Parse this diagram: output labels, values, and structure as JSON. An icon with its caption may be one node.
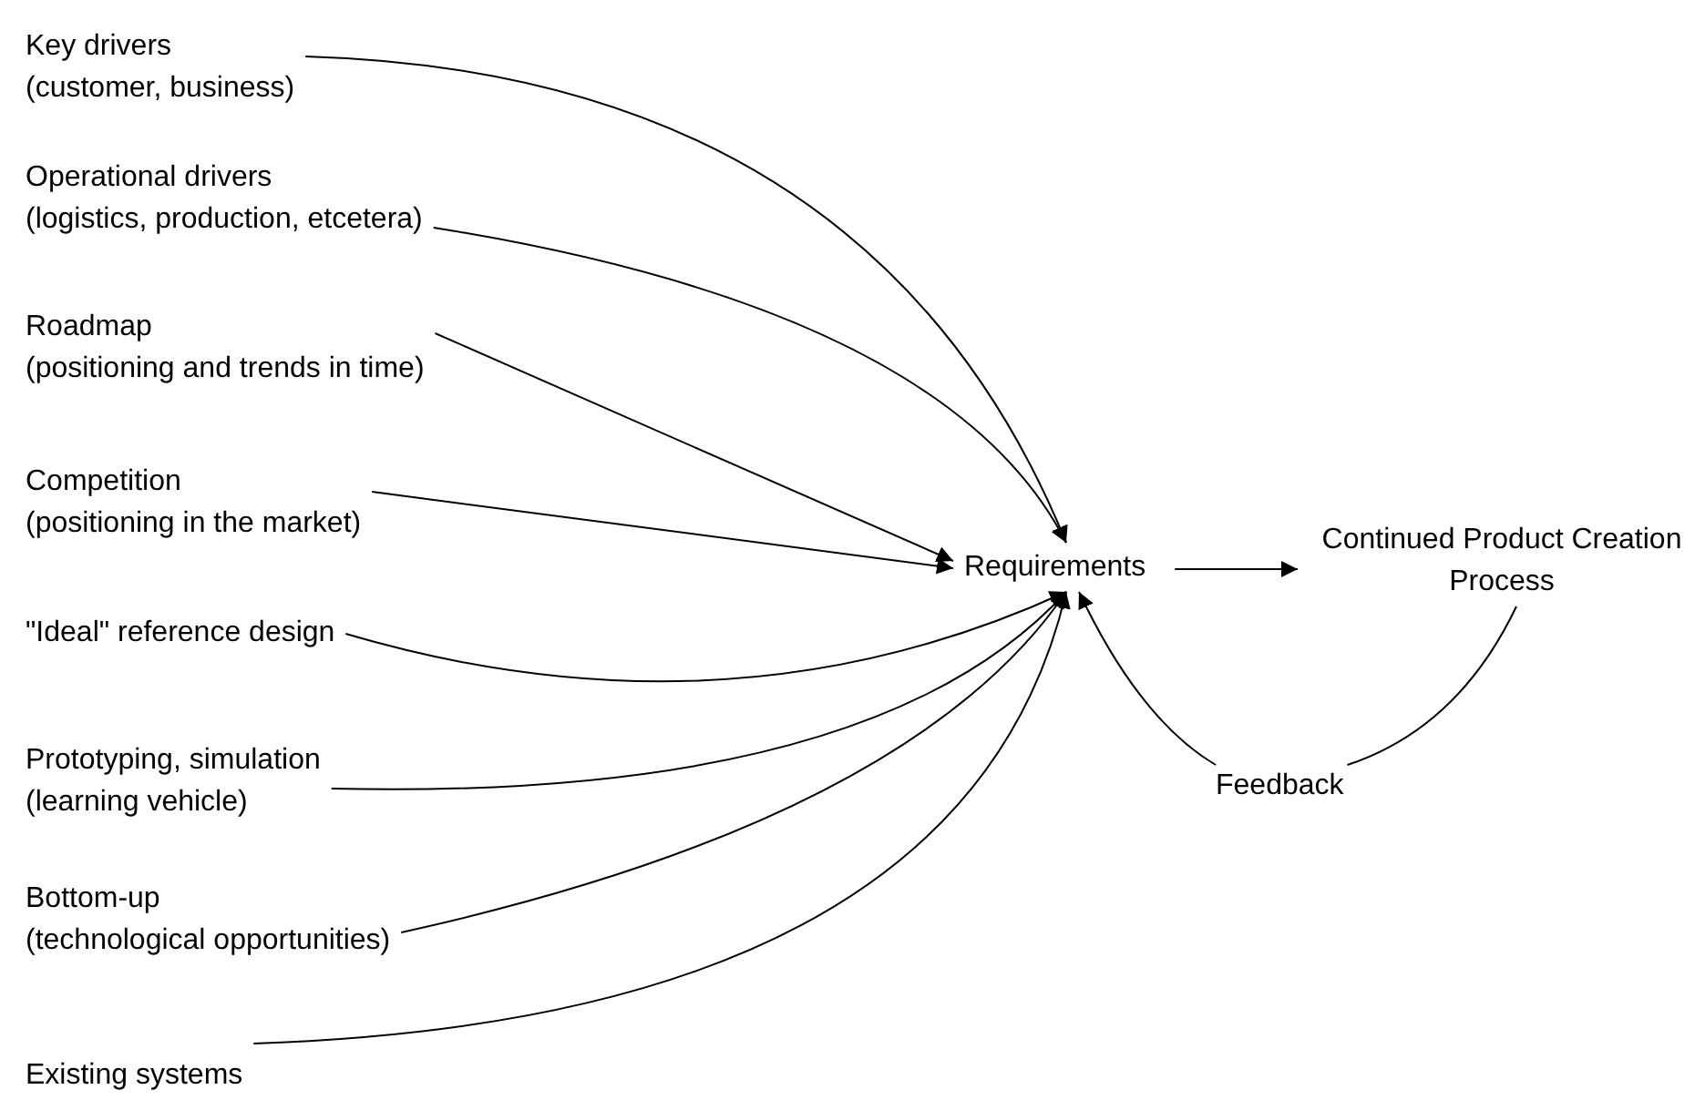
{
  "diagram": {
    "nodes": [
      {
        "text": [
          "Key drivers",
          "(customer, business)"
        ]
      },
      {
        "text": [
          "Operational drivers",
          "(logistics, production, etcetera)"
        ]
      },
      {
        "text": [
          "Roadmap",
          "(positioning and trends in time)"
        ]
      },
      {
        "text": [
          "Competition",
          "(positioning in the market)"
        ]
      },
      {
        "text": [
          "\"Ideal\" reference design"
        ]
      },
      {
        "text": [
          "Prototyping, simulation",
          "(learning vehicle)"
        ]
      },
      {
        "text": [
          "Bottom-up",
          "(technological opportunities)"
        ]
      },
      {
        "text": [
          "Existing systems"
        ]
      },
      {
        "text": [
          "Requirements"
        ]
      },
      {
        "text": [
          "Continued Product Creation Process"
        ]
      },
      {
        "text": [
          "Feedback"
        ]
      }
    ],
    "edges": [
      {
        "from": 0,
        "to": 8,
        "arrow": "to"
      },
      {
        "from": 1,
        "to": 8,
        "arrow": "to"
      },
      {
        "from": 2,
        "to": 8,
        "arrow": "to"
      },
      {
        "from": 3,
        "to": 8,
        "arrow": "to"
      },
      {
        "from": 4,
        "to": 8,
        "arrow": "to"
      },
      {
        "from": 5,
        "to": 8,
        "arrow": "to"
      },
      {
        "from": 6,
        "to": 8,
        "arrow": "to"
      },
      {
        "from": 7,
        "to": 8,
        "arrow": "to"
      },
      {
        "from": 8,
        "to": 9,
        "arrow": "to"
      },
      {
        "from": 9,
        "to": 10,
        "arrow": "none"
      },
      {
        "from": 10,
        "to": 8,
        "arrow": "to"
      }
    ]
  }
}
